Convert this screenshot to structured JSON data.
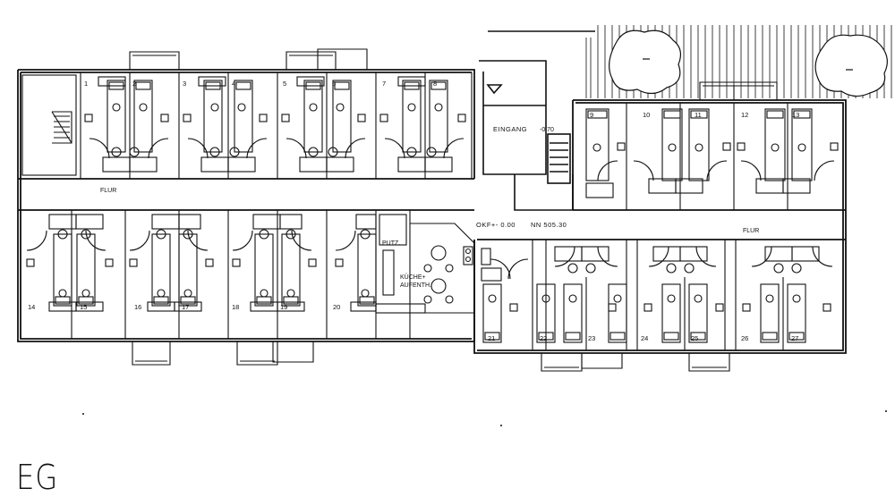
{
  "floor_label": "EG",
  "labels": {
    "flur_left": "FLUR",
    "flur_right": "FLUR",
    "eingang": "EINGANG",
    "eingang_level": "-0.70",
    "okf": "OKF+- 0.00",
    "nn": "NN 505.30",
    "putz": "PUTZ.",
    "kueche_1": "KÜCHE+",
    "kueche_2": "AUFENTH."
  },
  "room_numbers": {
    "r1": "1",
    "r2": "2",
    "r3": "3",
    "r4": "4",
    "r5": "5",
    "r6": "6",
    "r7": "7",
    "r8": "8",
    "r9": "9",
    "r10": "10",
    "r11": "11",
    "r12": "12",
    "r13": "13",
    "r14": "14",
    "r15": "15",
    "r16": "16",
    "r17": "17",
    "r18": "18",
    "r19": "19",
    "r20": "20",
    "r21": "21",
    "r22": "22",
    "r23": "23",
    "r24": "24",
    "r25": "25",
    "r26": "26",
    "r27": "27"
  }
}
